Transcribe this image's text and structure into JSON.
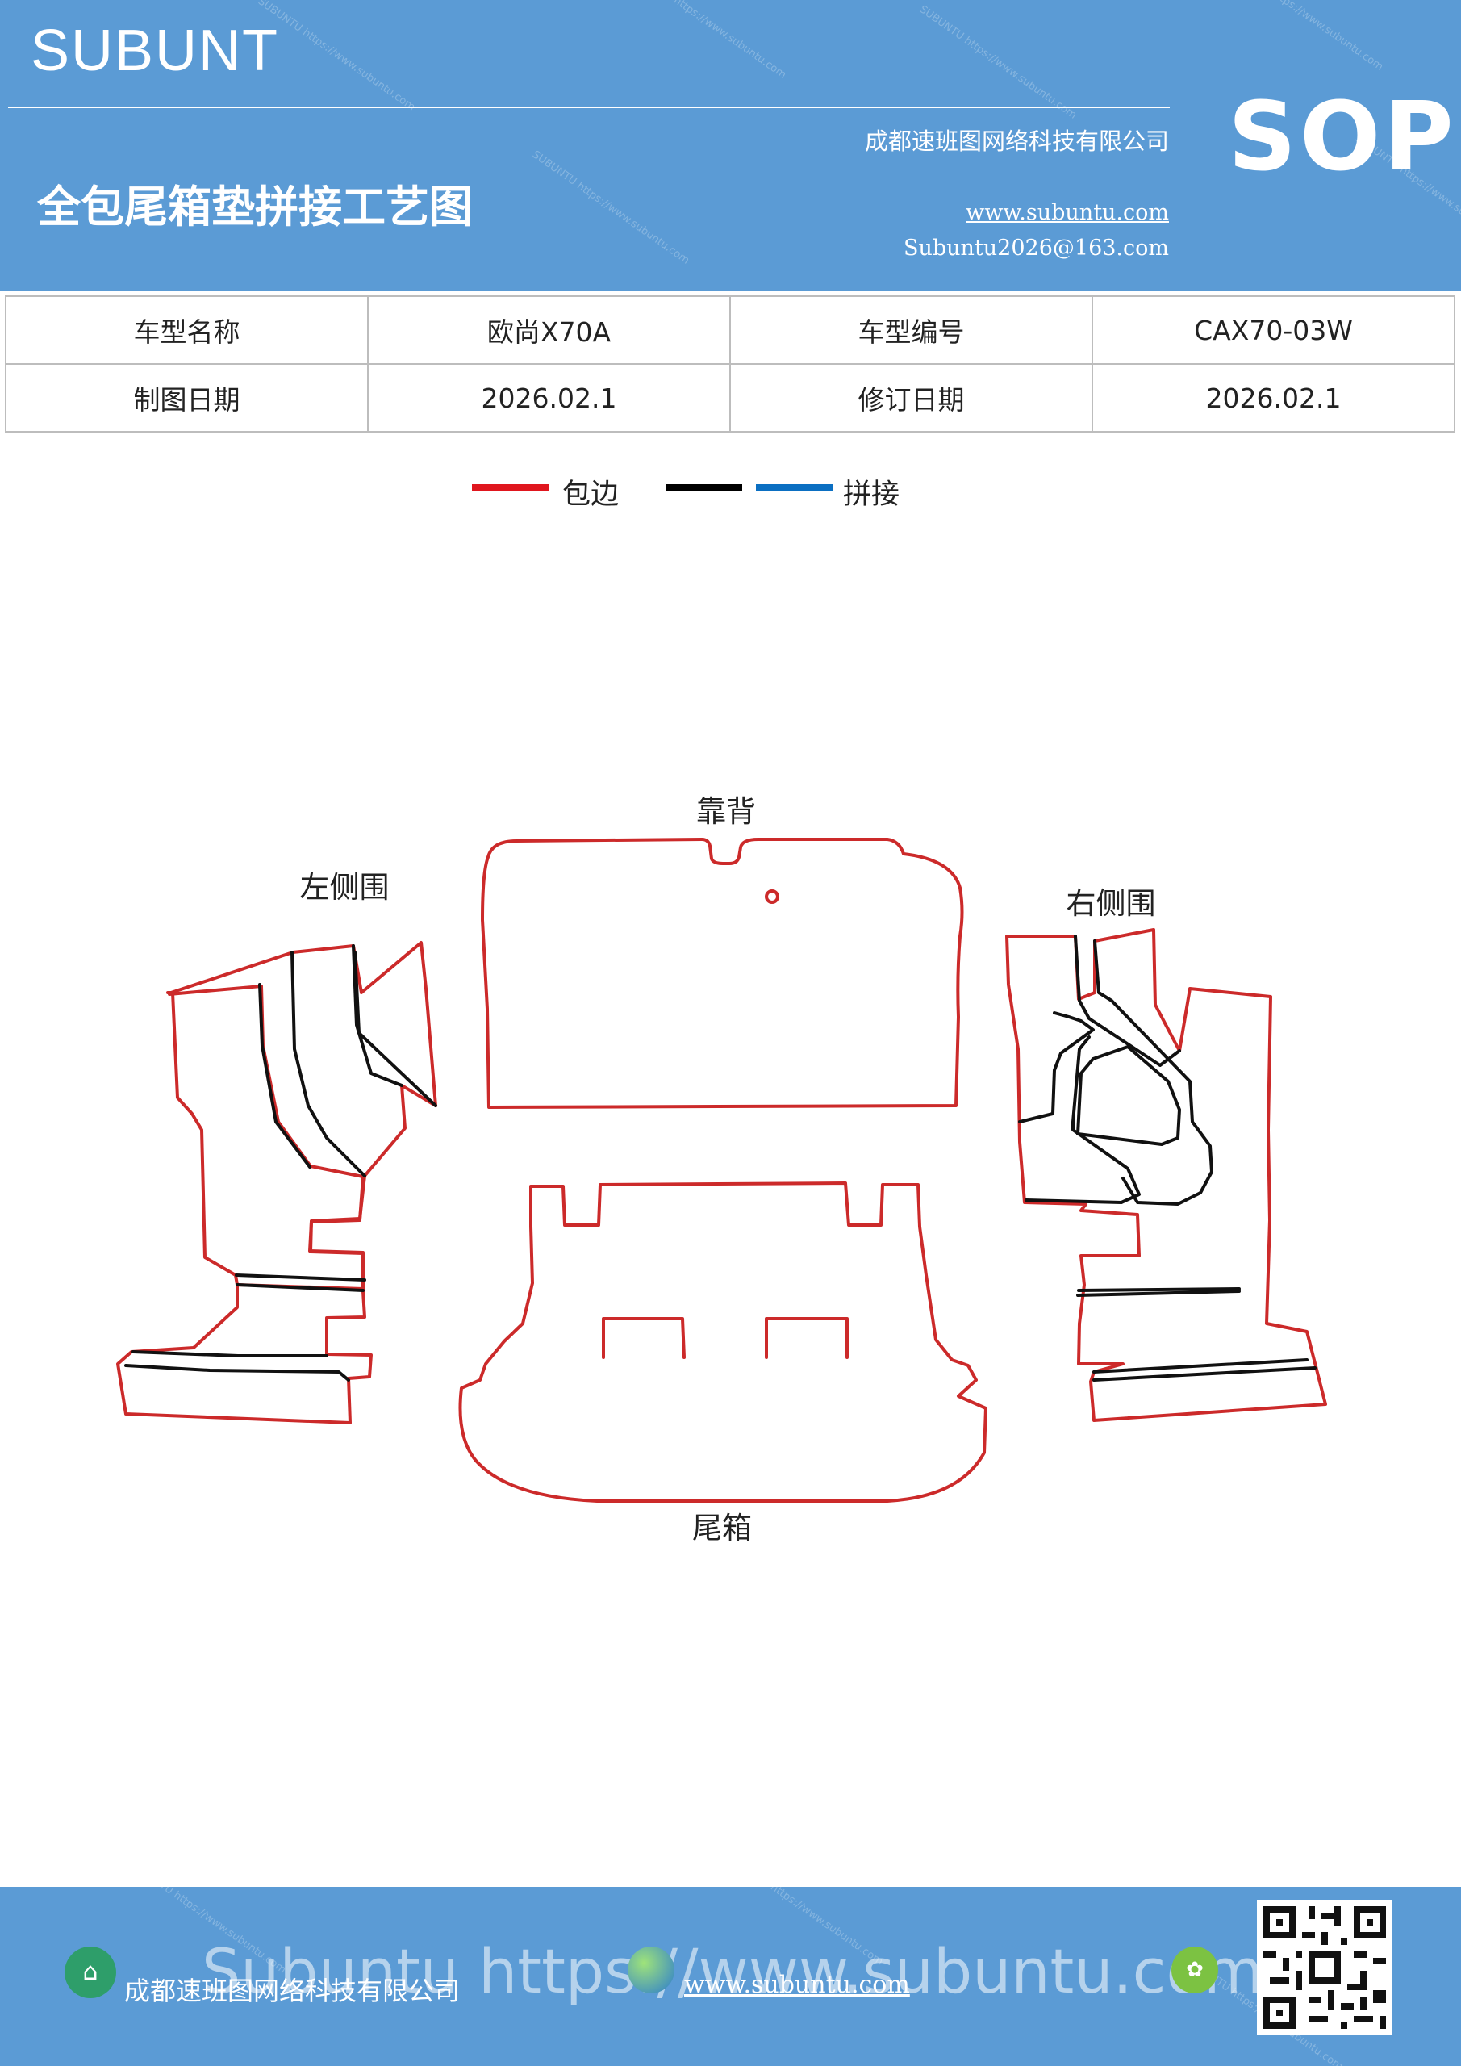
{
  "header": {
    "brand": "SUBUNT",
    "title": "全包尾箱垫拼接工艺图",
    "company": "成都速班图网络科技有限公司",
    "website": "www.subuntu.com",
    "email": "Subuntu2026@163.com",
    "badge": "SOP",
    "background_color": "#5b9bd5"
  },
  "info_table": [
    [
      "车型名称",
      "欧尚X70A",
      "车型编号",
      "CAX70-03W"
    ],
    [
      "制图日期",
      "2026.02.1",
      "修订日期",
      "2026.02.1"
    ]
  ],
  "legend": {
    "edge_label": "包边",
    "splice_label": "拼接",
    "edge_color": "#e0161e",
    "splice_color_1": "#000000",
    "splice_color_2": "#0b6fc2"
  },
  "diagram": {
    "labels": {
      "backrest": "靠背",
      "left_side": "左侧围",
      "right_side": "右侧围",
      "trunk": "尾箱"
    },
    "outline_color": "#cc2a2a",
    "seam_color": "#111111"
  },
  "footer": {
    "company": "成都速班图网络科技有限公司",
    "watermark": "Subuntu https://www.subuntu.com",
    "website": "www.subuntu.com",
    "background_color": "#5b9bd5"
  }
}
